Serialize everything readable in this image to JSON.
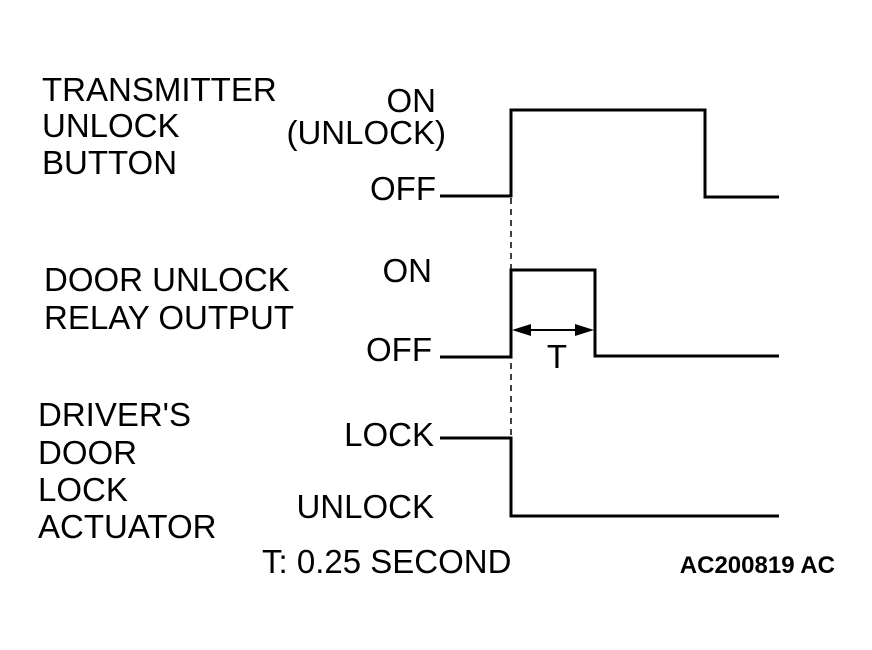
{
  "signals": [
    {
      "name_lines": [
        "TRANSMITTER",
        "UNLOCK",
        "BUTTON"
      ],
      "high_state": [
        "ON",
        "(UNLOCK)"
      ],
      "low_state": "OFF"
    },
    {
      "name_lines": [
        "DOOR UNLOCK",
        "RELAY OUTPUT"
      ],
      "high_state": [
        "ON"
      ],
      "low_state": "OFF"
    },
    {
      "name_lines": [
        "DRIVER'S",
        "DOOR",
        "LOCK",
        "ACTUATOR"
      ],
      "high_state": [
        "LOCK"
      ],
      "low_state": "UNLOCK"
    }
  ],
  "dimension": {
    "symbol": "T"
  },
  "note": "T: 0.25 SECOND",
  "figure_code": "AC200819 AC"
}
